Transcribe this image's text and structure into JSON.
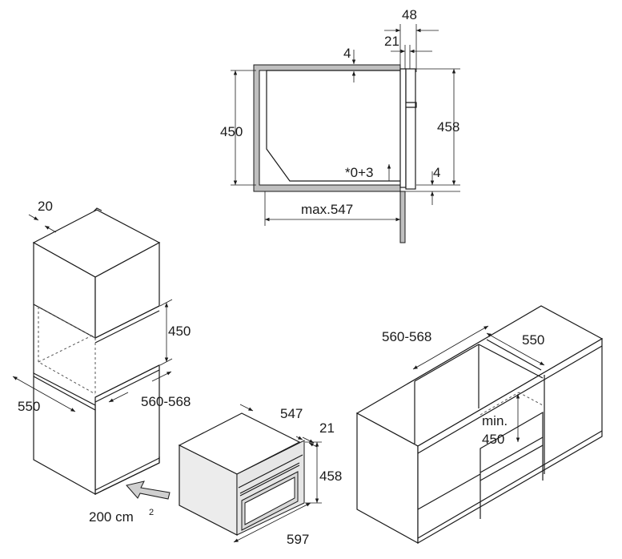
{
  "section_view": {
    "dim_48": "48",
    "dim_21": "21",
    "dim_4_top": "4",
    "dim_450": "450",
    "dim_458": "458",
    "dim_tolerance": "*0+3",
    "dim_4_bottom": "4",
    "dim_max": "max.547"
  },
  "tall_cabinet": {
    "dim_20": "20",
    "dim_450": "450",
    "dim_550": "550",
    "dim_560_568": "560-568",
    "ventilation": "200 cm",
    "ventilation_sup": "2"
  },
  "oven_unit": {
    "dim_547": "547",
    "dim_21": "21",
    "dim_458": "458",
    "dim_597": "597"
  },
  "base_cabinet": {
    "dim_560_568": "560-568",
    "dim_550": "550",
    "dim_min": "min.",
    "dim_450": "450"
  },
  "colors": {
    "line": "#1a1a1a",
    "wall_fill": "#bfbfbf",
    "arrow_fill": "#d0d0d0"
  }
}
